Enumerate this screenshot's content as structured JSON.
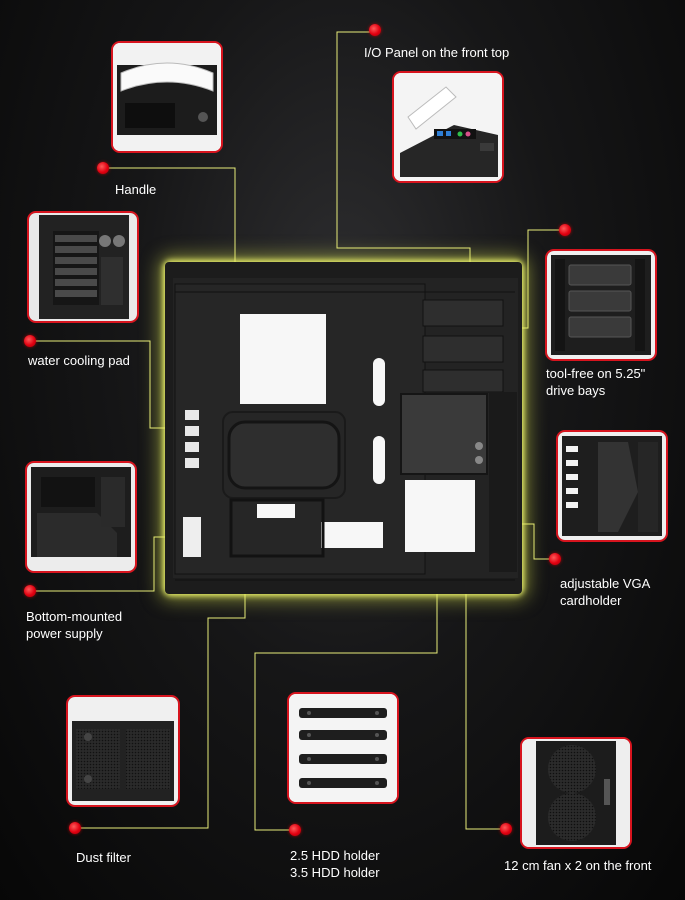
{
  "features": {
    "io_panel": "I/O Panel on the front top",
    "handle": "Handle",
    "drive_bays": [
      "tool-free on 5.25\"",
      "drive bays"
    ],
    "water_cooling": "water cooling pad",
    "vga_holder": [
      "adjustable VGA",
      "cardholder"
    ],
    "psu": [
      "Bottom-mounted",
      "power supply"
    ],
    "dust_filter": "Dust filter",
    "hdd_holder": [
      "2.5 HDD holder",
      "3.5 HDD holder"
    ],
    "fan": "12 cm fan x 2 on the front"
  },
  "colors": {
    "accent": "#d7141e",
    "dot": "#e10010",
    "leader": "#e7ec7a",
    "glow": "#e9f06a",
    "label": "#ffffff"
  }
}
